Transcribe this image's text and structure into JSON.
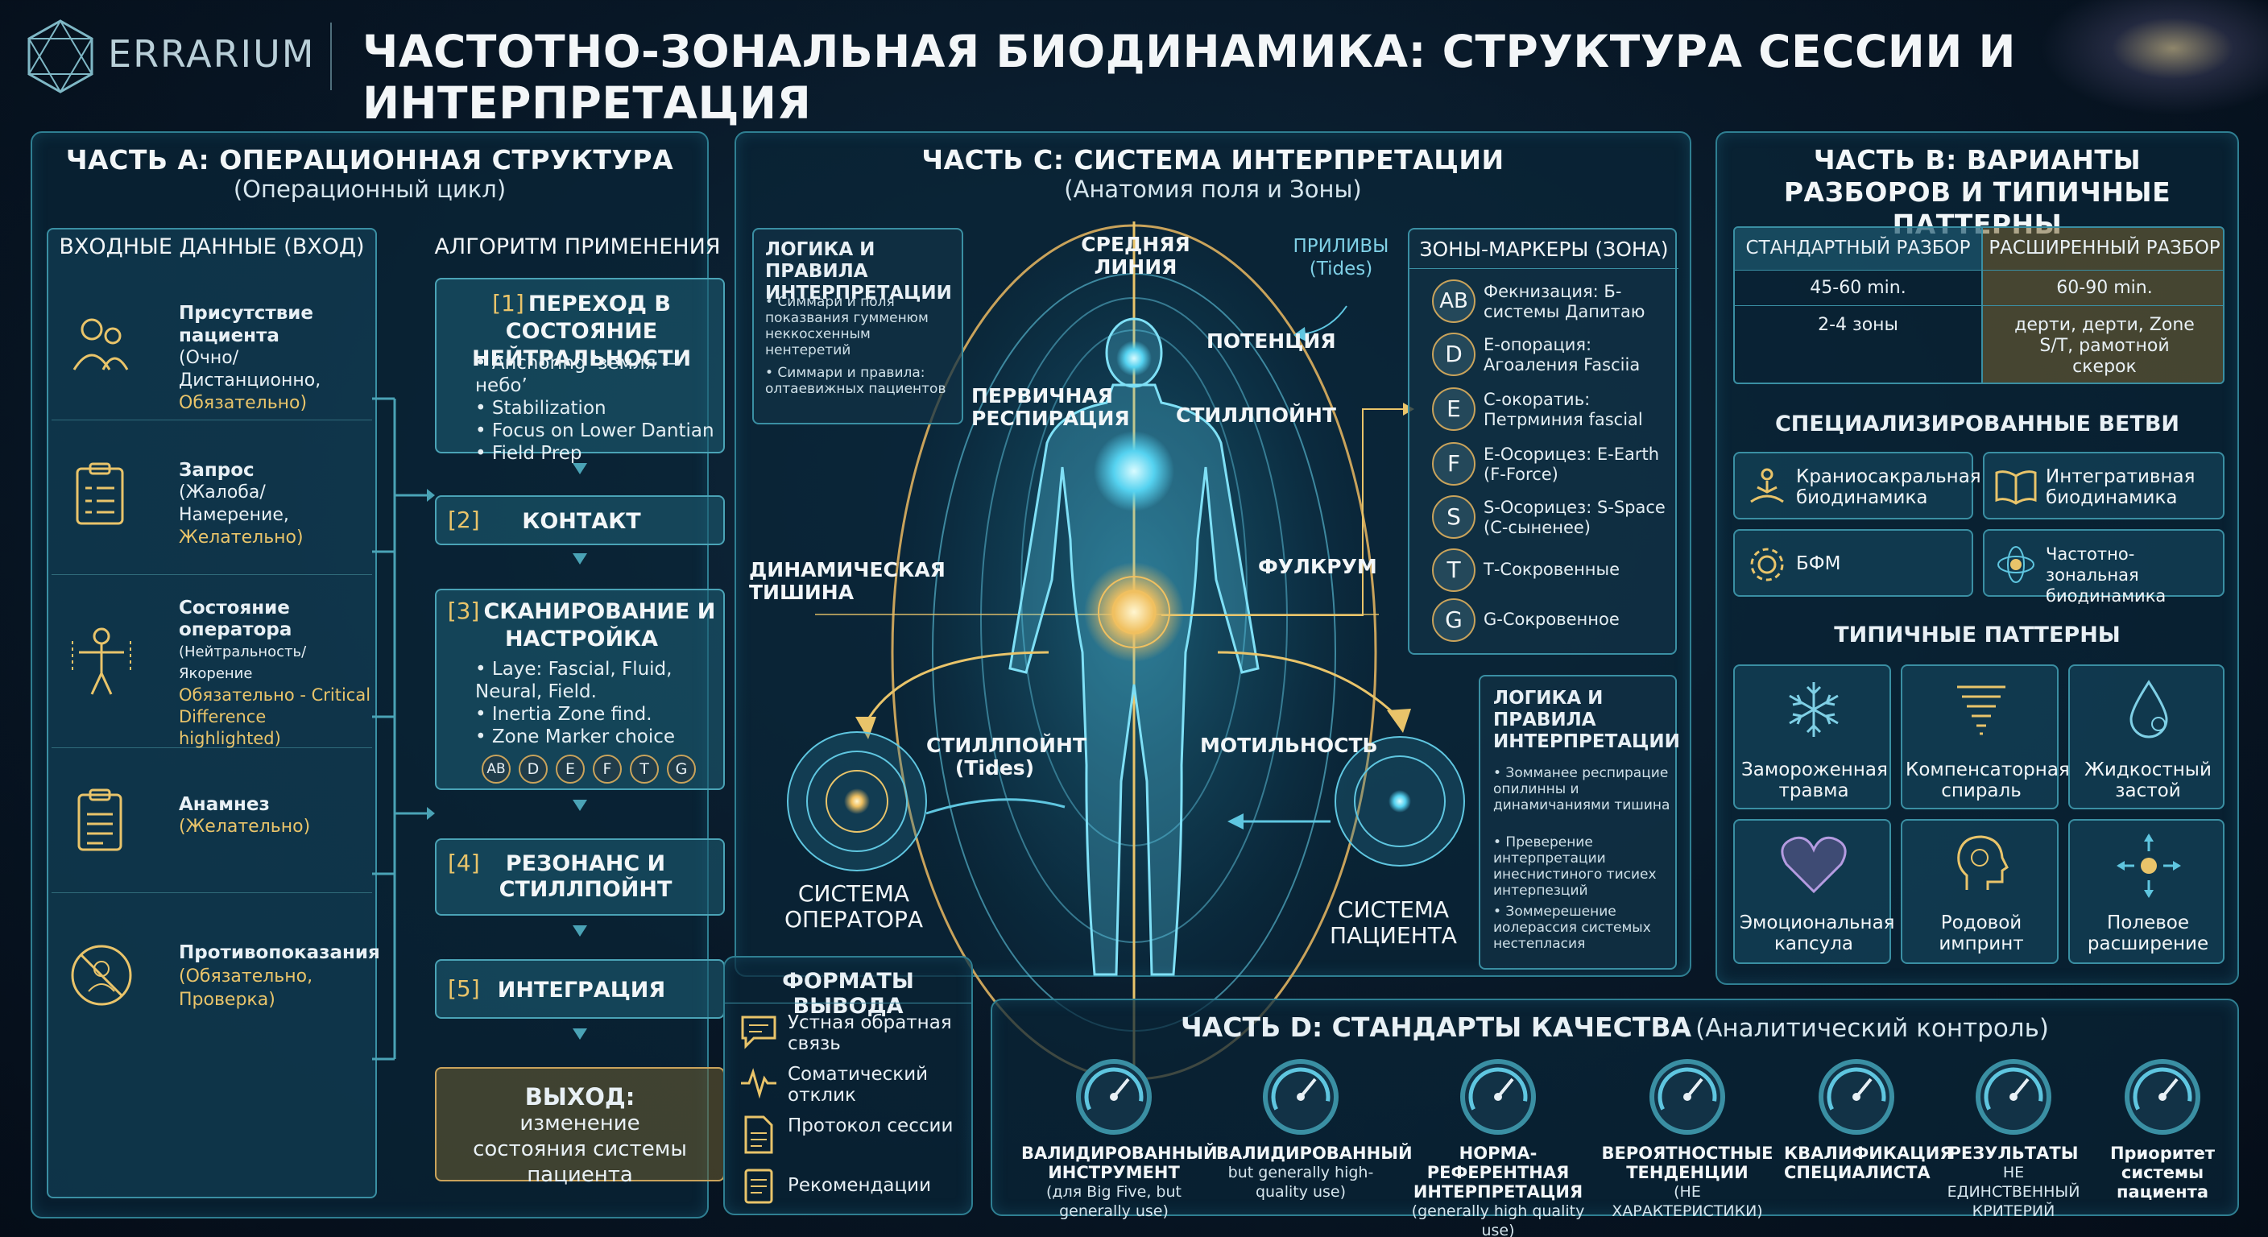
{
  "header": {
    "brand": "ERRARIUM",
    "title": "ЧАСТОТНО-ЗОНАЛЬНАЯ БИОДИНАМИКА: СТРУКТУРА СЕССИИ И ИНТЕРПРЕТАЦИЯ"
  },
  "partA": {
    "title": "ЧАСТЬ А: ОПЕРАЦИОННАЯ СТРУКТУРА",
    "subtitle": "(Операционный цикл)",
    "inputs_title": "ВХОДНЫЕ ДАННЫЕ (ВХОД)",
    "algo_title": "АЛГОРИТМ ПРИМЕНЕНИЯ",
    "inputs": [
      {
        "title": "Присутствие пациента",
        "detail": "(Очно/Дистанционно,",
        "note": "Обязательно)",
        "icon": "patient-icon"
      },
      {
        "title": "Запрос",
        "detail": "(Жалоба/Намерение,",
        "note": "Желательно)",
        "icon": "clipboard-icon"
      },
      {
        "title": "Состояние оператора",
        "detail": "(Нейтральность/Якорение",
        "note": "Обязательно - Critical Difference highlighted)",
        "icon": "operator-icon"
      },
      {
        "title": "Анамнез",
        "detail": "",
        "note": "(Желательно)",
        "icon": "checklist-icon"
      },
      {
        "title": "Противопоказания",
        "detail": "",
        "note": "(Обязательно, Проверка)",
        "icon": "prohibited-icon"
      }
    ],
    "steps": [
      {
        "num": "[1]",
        "title": "ПЕРЕХОД В СОСТОЯНИЕ НЕЙТРАЛЬНОСТИ",
        "bullets": [
          "Anchoring ‘земля — небо’",
          "Stabilization",
          "Focus on Lower Dantian",
          "Field Prep"
        ]
      },
      {
        "num": "[2]",
        "title": "КОНТАКТ",
        "bullets": []
      },
      {
        "num": "[3]",
        "title": "СКАНИРОВАНИЕ И НАСТРОЙКА",
        "bullets": [
          "Laye: Fascial, Fluid, Neural, Field.",
          "Inertia Zone find.",
          "Zone Marker choice"
        ]
      },
      {
        "num": "[4]",
        "title": "РЕЗОНАНС И СТИЛЛПОЙНТ",
        "bullets": []
      },
      {
        "num": "[5]",
        "title": "ИНТЕГРАЦИЯ",
        "bullets": []
      }
    ],
    "step3_markers": [
      "AB",
      "D",
      "E",
      "F",
      "T",
      "G"
    ],
    "output_title": "ВЫХОД:",
    "output_text": "изменение состояния системы пациента"
  },
  "partC": {
    "title": "ЧАСТЬ С: СИСТЕМА ИНТЕРПРЕТАЦИИ",
    "subtitle": "(Анатомия поля и Зоны)",
    "logic_title": "ЛОГИКА И ПРАВИЛА ИНТЕРПРЕТАЦИИ",
    "logic_bullets": [
      "• Симмари и поля показвания гумменюм неккосхенным нентеретий",
      "• Симмари и правила: олтаевижных пациентов"
    ],
    "labels": {
      "midline": "СРЕДНЯЯ ЛИНИЯ",
      "tides": "ПРИЛИВЫ (Tides)",
      "potency": "ПОТЕНЦИЯ",
      "primary_resp": "ПЕРВИЧНАЯ РЕСПИРАЦИЯ",
      "stillpoint": "СТИЛЛПОЙНТ",
      "dynamic_silence": "ДИНАМИЧЕСКАЯ ТИШИНА",
      "fulcrum": "ФУЛКРУМ",
      "stillpoint_tides": "СТИЛЛПОЙНТ (Tides)",
      "motility": "МОТИЛЬНОСТЬ",
      "operator_system": "СИСТЕМА ОПЕРАТОРА",
      "patient_system": "СИСТЕМА ПАЦИЕНТА"
    },
    "zones_title": "ЗОНЫ-МАРКЕРЫ (ЗОНА)",
    "zones": [
      {
        "code": "AB",
        "text": "Фекнизация: Б-системы Дапитаю"
      },
      {
        "code": "D",
        "text": "Е-опорация: Агоаления Fasciia"
      },
      {
        "code": "E",
        "text": "С-окоратиь: Петрминия fascial"
      },
      {
        "code": "F",
        "text": "Е-Осорицез: E-Earth (F-Force)"
      },
      {
        "code": "S",
        "text": "S-Осорицез: S-Space (С-сыненее)"
      },
      {
        "code": "T",
        "text": "Т-Сокровенные"
      },
      {
        "code": "G",
        "text": "G-Сокровенное"
      }
    ],
    "logic2_title": "ЛОГИКА И ПРАВИЛА ИНТЕРПРЕТАЦИИ",
    "logic2_bullets": [
      "• Зомманее респирацие опилинны и динамичаниями тишина",
      "• Преверение интерпретации инеснистиного тисиех интерпезций",
      "• Зоммерешение иолерассия системых нестепласия"
    ],
    "formats_title": "ФОРМАТЫ ВЫВОДА",
    "formats": [
      {
        "text": "Устная обратная связь",
        "icon": "speech-icon"
      },
      {
        "text": "Соматический отклик",
        "icon": "pulse-icon"
      },
      {
        "text": "Протокол сессии",
        "icon": "document-icon"
      },
      {
        "text": "Рекомендации",
        "icon": "notes-icon"
      }
    ]
  },
  "partB": {
    "title": "ЧАСТЬ В: ВАРИАНТЫ РАЗБОРОВ И ТИПИЧНЫЕ ПАТТЕРНЫ",
    "table": {
      "headers": [
        "СТАНДАРТНЫЙ РАЗБОР",
        "РАСШИРЕННЫЙ РАЗБОР"
      ],
      "rows": [
        [
          "45-60 min.",
          "60-90 min."
        ],
        [
          "2-4 зоны",
          "дерти, дерти, Zone S/T, рамотной скерок"
        ]
      ]
    },
    "branches_title": "СПЕЦИАЛИЗИРОВАННЫЕ ВЕТВИ",
    "branches": [
      {
        "text": "Краниосакральная биодинамика",
        "icon": "meditation-icon"
      },
      {
        "text": "Интегративная биодинамика",
        "icon": "book-icon"
      },
      {
        "text": "БФМ",
        "icon": "gear-icon"
      },
      {
        "text": "Частотно-зональная биодинамика",
        "icon": "orbit-icon"
      }
    ],
    "patterns_title": "ТИПИЧНЫЕ ПАТТЕРНЫ",
    "patterns": [
      {
        "text": "Замороженная травма",
        "icon": "snowflake-icon"
      },
      {
        "text": "Компенсаторная спираль",
        "icon": "spiral-icon"
      },
      {
        "text": "Жидкостный застой",
        "icon": "droplet-icon"
      },
      {
        "text": "Эмоциональная капсула",
        "icon": "heart-icon"
      },
      {
        "text": "Родовой импринт",
        "icon": "head-icon"
      },
      {
        "text": "Полевое расширение",
        "icon": "expand-icon"
      }
    ]
  },
  "partD": {
    "title": "ЧАСТЬ D: СТАНДАРТЫ КАЧЕСТВА",
    "subtitle": "(Аналитический контроль)",
    "items": [
      {
        "title": "ВАЛИДИРОВАННЫЙ ИНСТРУМЕНТ",
        "sub": "(для Big Five, but generally use)"
      },
      {
        "title": "ВАЛИДИРОВАННЫЙ",
        "sub": "but generally high-quality use)"
      },
      {
        "title": "НОРМА-РЕФЕРЕНТНАЯ ИНТЕРПРЕТАЦИЯ",
        "sub": "(generally high quality use)"
      },
      {
        "title": "ВЕРОЯТНОСТНЫЕ ТЕНДЕНЦИИ",
        "sub": "(НЕ ХАРАКТЕРИСТИКИ)"
      },
      {
        "title": "КВАЛИФИКАЦИЯ СПЕЦИАЛИСТА",
        "sub": ""
      },
      {
        "title": "РЕЗУЛЬТАТЫ",
        "sub": "НЕ ЕДИНСТВЕННЫЙ КРИТЕРИЙ"
      },
      {
        "title": "Приоритет системы пациента",
        "sub": ""
      }
    ]
  },
  "colors": {
    "accent": "#2f7f92",
    "gold": "#e9c46a",
    "background": "#081726"
  }
}
